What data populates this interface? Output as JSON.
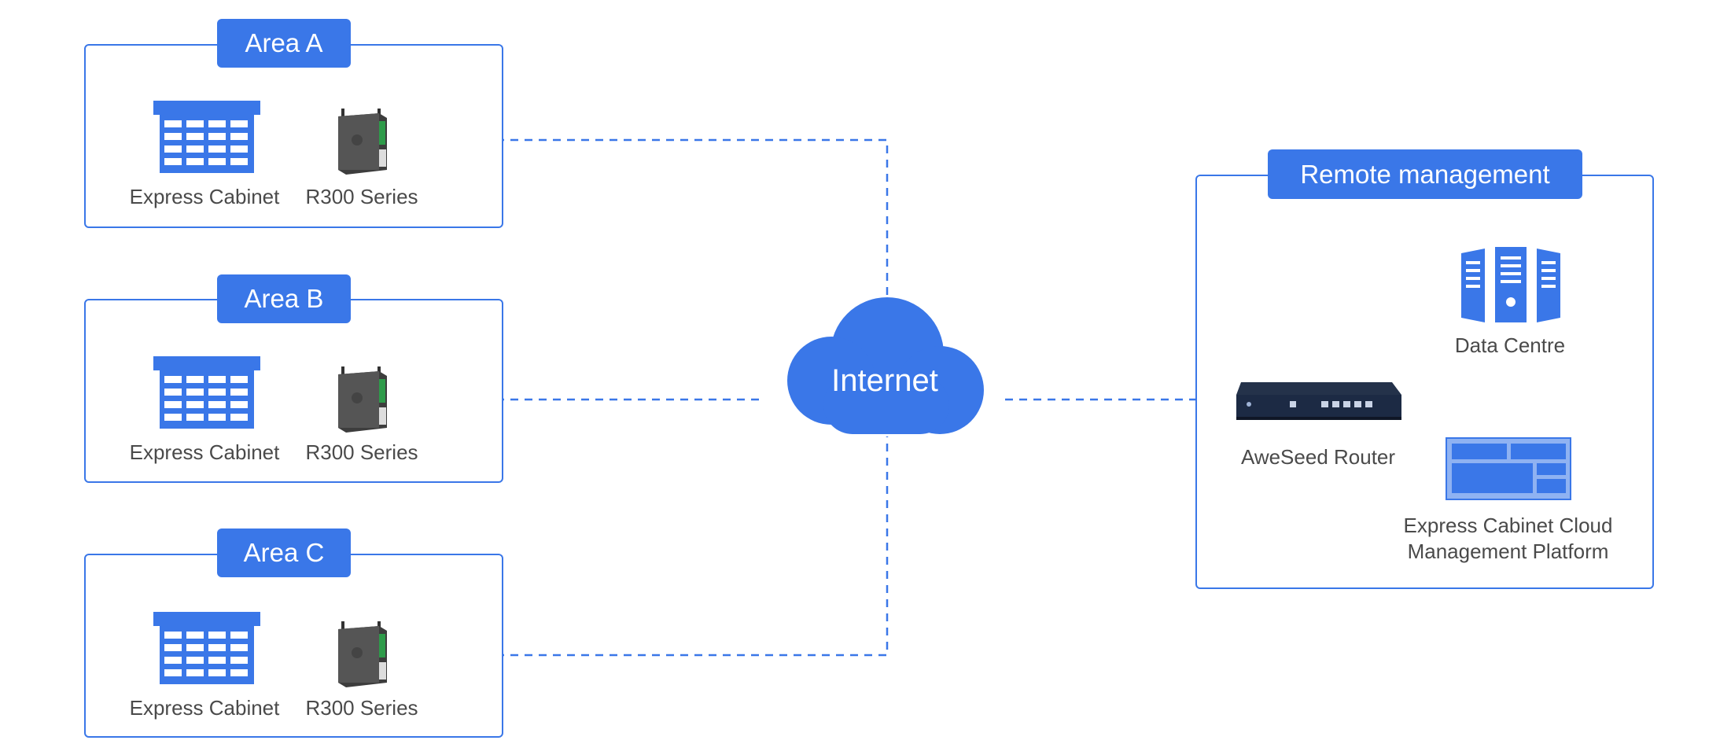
{
  "areas": [
    {
      "title": "Area A",
      "cabinet_label": "Express Cabinet",
      "router_label": "R300 Series"
    },
    {
      "title": "Area B",
      "cabinet_label": "Express Cabinet",
      "router_label": "R300 Series"
    },
    {
      "title": "Area C",
      "cabinet_label": "Express Cabinet",
      "router_label": "R300 Series"
    }
  ],
  "cloud": {
    "label": "Internet"
  },
  "remote": {
    "title": "Remote management",
    "data_centre_label": "Data Centre",
    "router_label": "AweSeed Router",
    "platform_label_line1": "Express Cabinet Cloud",
    "platform_label_line2": "Management Platform"
  },
  "colors": {
    "accent": "#3a77e8",
    "line": "#3a77e8",
    "device": "#4a4a4a"
  },
  "icons": [
    "express-cabinet-icon",
    "r300-router-icon",
    "cloud-icon",
    "server-icon",
    "aweseed-router-icon",
    "platform-screen-icon"
  ]
}
